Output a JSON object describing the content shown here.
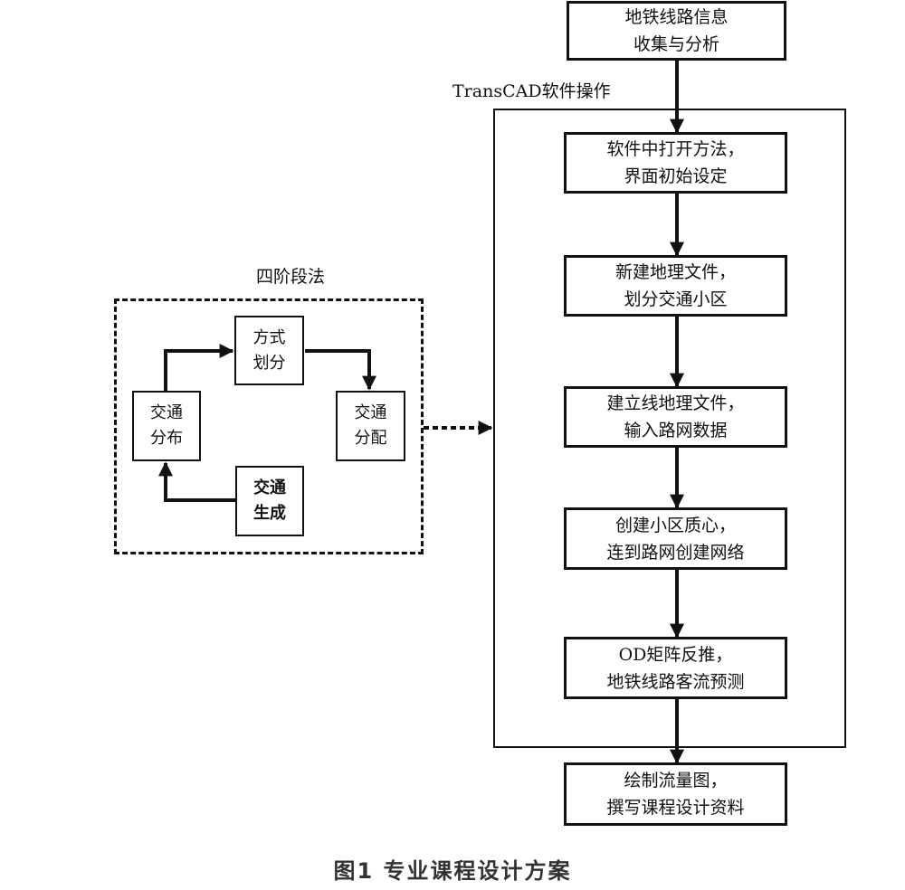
{
  "flow": {
    "steps": [
      {
        "line1": "地铁线路信息",
        "line2": "收集与分析"
      },
      {
        "line1": "软件中打开方法，",
        "line2": "界面初始设定"
      },
      {
        "line1": "新建地理文件，",
        "line2": "划分交通小区"
      },
      {
        "line1": "建立线地理文件，",
        "line2": "输入路网数据"
      },
      {
        "line1": "创建小区质心，",
        "line2": "连到路网创建网络"
      },
      {
        "line1": "OD矩阵反推，",
        "line2": "地铁线路客流预测"
      },
      {
        "line1": "绘制流量图，",
        "line2": "撰写课程设计资料"
      }
    ],
    "group_label": "TransCAD软件操作"
  },
  "four_step": {
    "label": "四阶段法",
    "nodes": [
      {
        "line1": "方式",
        "line2": "划分"
      },
      {
        "line1": "交通",
        "line2": "分配"
      },
      {
        "line1": "交通",
        "line2": "分布"
      },
      {
        "line1": "交通",
        "line2": "生成"
      }
    ]
  },
  "caption": "图1  专业课程设计方案"
}
